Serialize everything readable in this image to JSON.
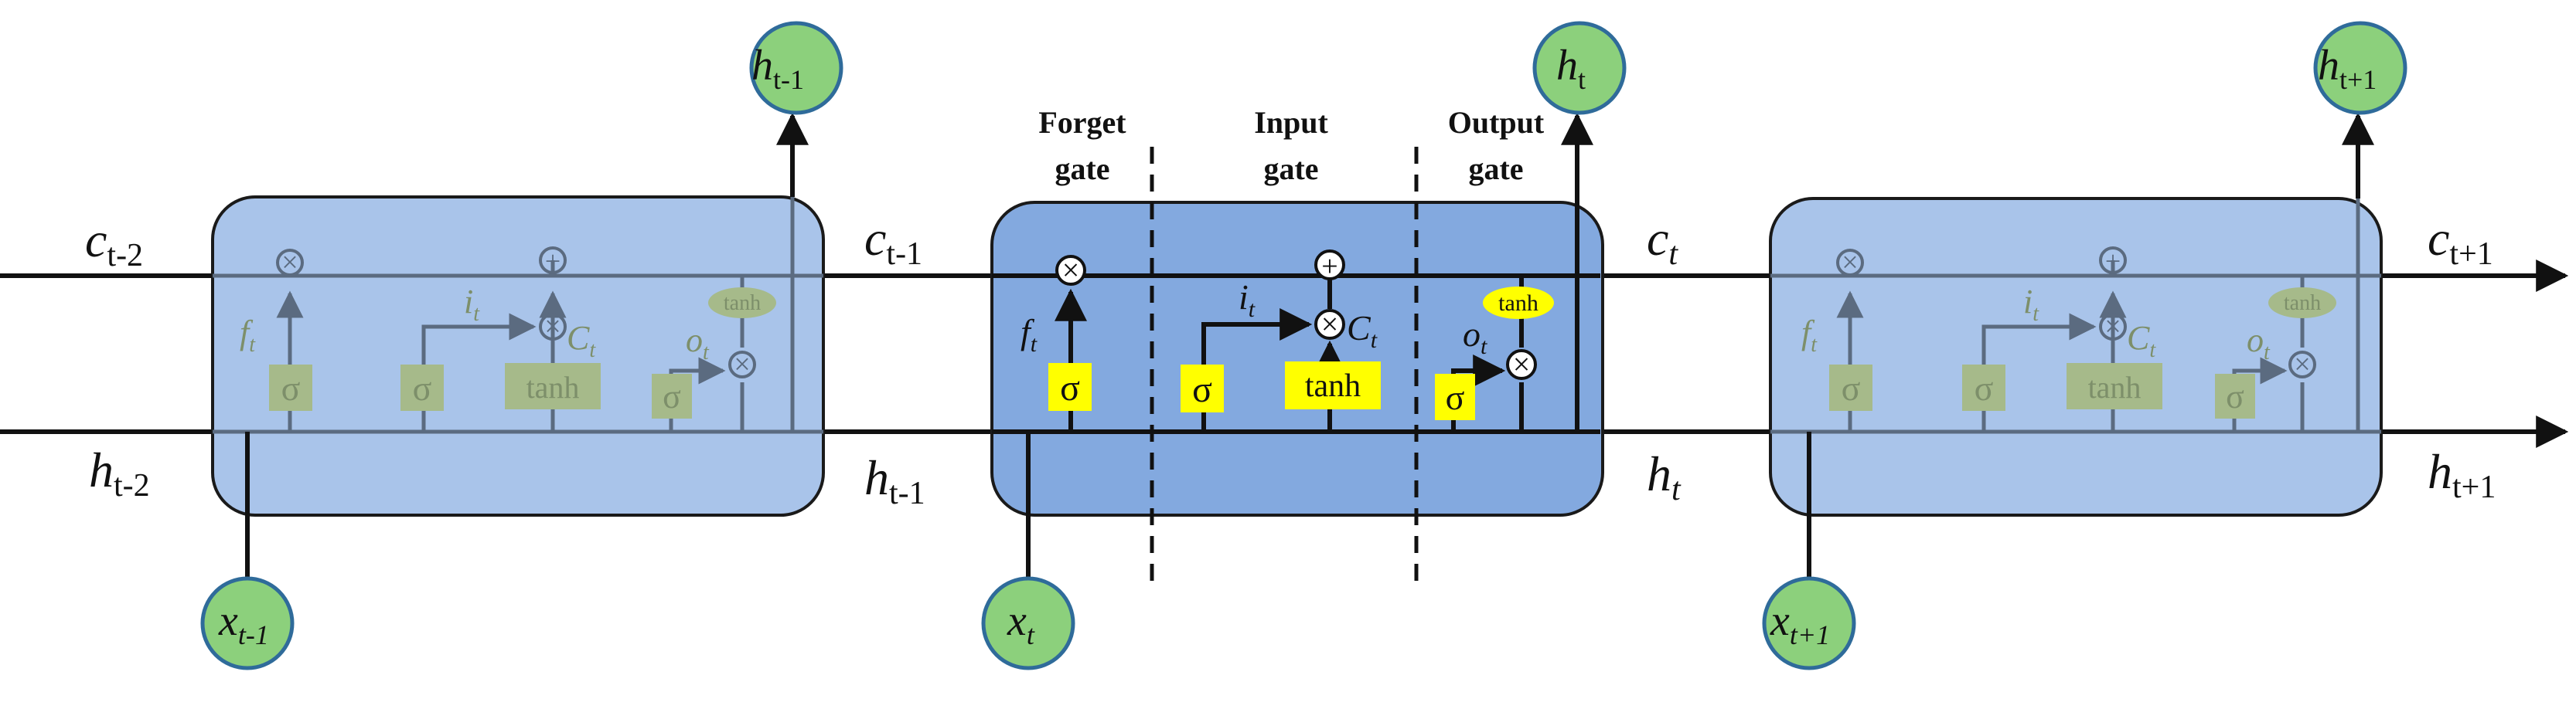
{
  "colors": {
    "cell_faded": "#a9c4ea",
    "cell_center": "#83a9df",
    "cell_stroke": "#1a1a1a",
    "gate_yellow": "#ffff00",
    "gate_faded": "#a6ba8a",
    "gate_faded_text": "#7d8f6a",
    "node_green": "#8cd07c",
    "node_stroke": "#2f6b9a",
    "line_dark": "#111111",
    "line_faded": "#5b6b80"
  },
  "gate_headers": {
    "forget": [
      "Forget",
      "gate"
    ],
    "input": [
      "Input",
      "gate"
    ],
    "output": [
      "Output",
      "gate"
    ]
  },
  "left_cell": {
    "c_in": {
      "base": "c",
      "sub": "t-2"
    },
    "h_in": {
      "base": "h",
      "sub": "t-2"
    },
    "x_node": {
      "base": "x",
      "sub": "t-1"
    },
    "h_node": {
      "base": "h",
      "sub": "t-1"
    },
    "f": {
      "base": "f",
      "sub": "t"
    },
    "i": {
      "base": "i",
      "sub": "t"
    },
    "C": {
      "base": "C",
      "sub": "t"
    },
    "o": {
      "base": "o",
      "sub": "t"
    },
    "sigma": "σ",
    "tanh": "tanh"
  },
  "center_cell": {
    "c_in": {
      "base": "c",
      "sub": "t-1"
    },
    "h_in": {
      "base": "h",
      "sub": "t-1"
    },
    "x_node": {
      "base": "x",
      "sub": "t"
    },
    "h_node": {
      "base": "h",
      "sub": "t"
    },
    "f": {
      "base": "f",
      "sub": "t"
    },
    "i": {
      "base": "i",
      "sub": "t"
    },
    "C": {
      "base": "C",
      "sub": "t"
    },
    "o": {
      "base": "o",
      "sub": "t"
    },
    "sigma": "σ",
    "tanh": "tanh"
  },
  "right_cell": {
    "c_in": {
      "base": "c",
      "sub": "t"
    },
    "h_in": {
      "base": "h",
      "sub": "t"
    },
    "x_node": {
      "base": "x",
      "sub": "t+1"
    },
    "h_node": {
      "base": "h",
      "sub": "t+1"
    },
    "c_out": {
      "base": "c",
      "sub": "t+1"
    },
    "h_out": {
      "base": "h",
      "sub": "t+1"
    },
    "f": {
      "base": "f",
      "sub": "t"
    },
    "i": {
      "base": "i",
      "sub": "t"
    },
    "C": {
      "base": "C",
      "sub": "t"
    },
    "o": {
      "base": "o",
      "sub": "t"
    },
    "sigma": "σ",
    "tanh": "tanh"
  },
  "ops": {
    "multiply": "⊗",
    "add": "⊕"
  }
}
